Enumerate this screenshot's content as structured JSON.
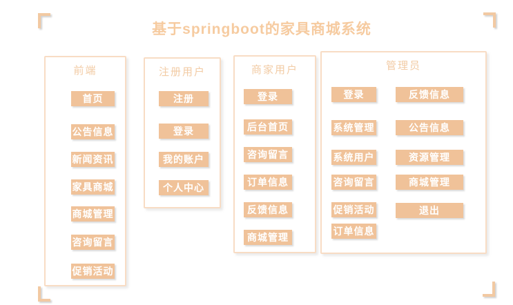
{
  "title": "基于springboot的家具商城系统",
  "colors": {
    "title-text": "#F6CBA0",
    "heading-text": "#F2CBA4",
    "button-fill": "#F0C299",
    "button-text": "#FFFFFF",
    "box-border": "#F8DCC4",
    "bracket": "#F2C9A2"
  },
  "panels": [
    {
      "heading": "前端",
      "buttons": [
        "首页",
        "公告信息",
        "新闻资讯",
        "家具商城",
        "商城管理",
        "咨询留言",
        "促销活动"
      ]
    },
    {
      "heading": "注册用户",
      "buttons": [
        "注册",
        "登录",
        "我的账户",
        "个人中心"
      ]
    },
    {
      "heading": "商家用户",
      "buttons": [
        "登录",
        "后台首页",
        "咨询留言",
        "订单信息",
        "反馈信息",
        "商城管理"
      ]
    },
    {
      "heading": "管理员",
      "left_buttons": [
        "登录",
        "系统管理",
        "系统用户",
        "咨询留言",
        "促销活动",
        "订单信息"
      ],
      "right_buttons": [
        "反馈信息",
        "公告信息",
        "资源管理",
        "商城管理",
        "退出"
      ]
    }
  ]
}
